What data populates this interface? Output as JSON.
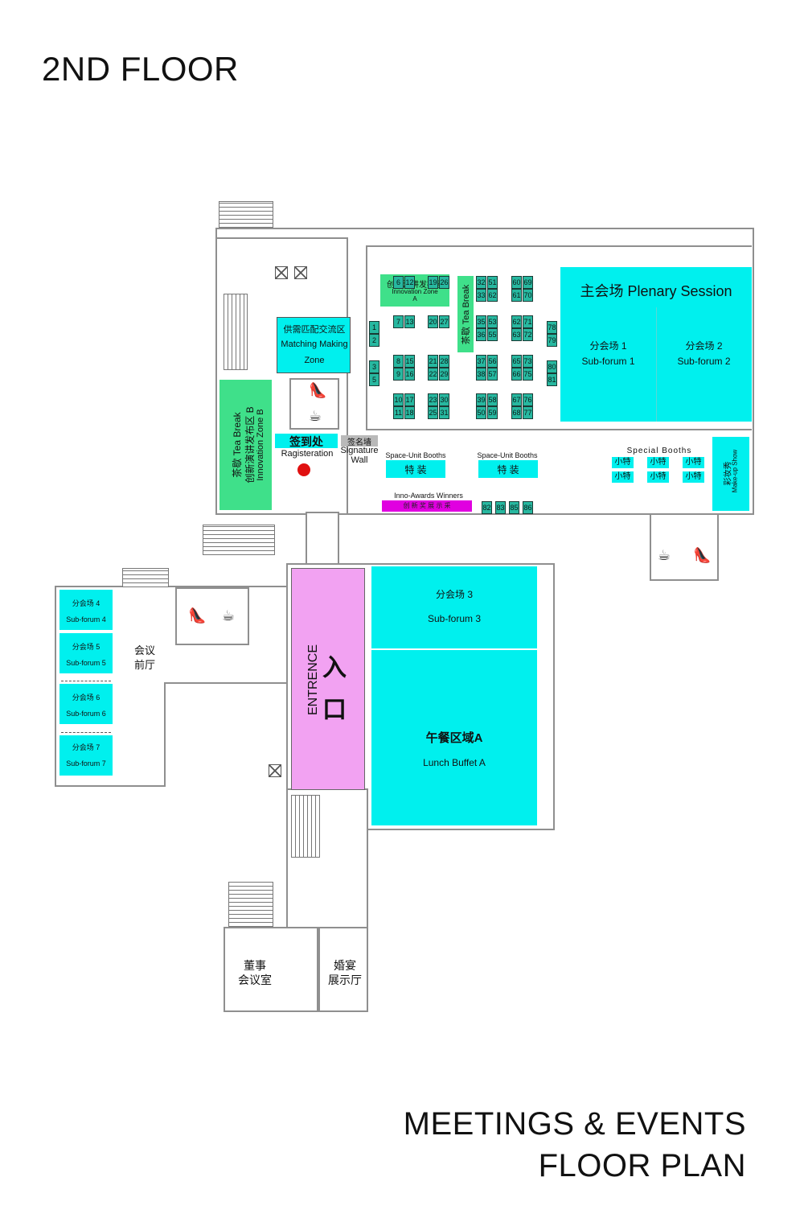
{
  "header": {
    "floor_title": "2ND FLOOR"
  },
  "footer": {
    "line1": "MEETINGS & EVENTS",
    "line2": "FLOOR PLAN"
  },
  "colors": {
    "cyan": "#00f0ee",
    "green": "#3fe08a",
    "pink": "#f2a2f2",
    "magenta": "#e000e0",
    "booth": "#27b8a0",
    "marker": "#e01010"
  },
  "zones": {
    "plenary": "主会场 Plenary Session",
    "sub1_cn": "分会场 1",
    "sub1_en": "Sub-forum 1",
    "sub2_cn": "分会场 2",
    "sub2_en": "Sub-forum 2",
    "sub3_cn": "分会场 3",
    "sub3_en": "Sub-forum 3",
    "lunch_cn": "午餐区域A",
    "lunch_en": "Lunch Buffet  A",
    "sub4_cn": "分会场 4",
    "sub4_en": "Sub-forum 4",
    "sub5_cn": "分会场 5",
    "sub5_en": "Sub-forum 5",
    "sub6_cn": "分会场 6",
    "sub6_en": "Sub-forum 6",
    "sub7_cn": "分会场 7",
    "sub7_en": "Sub-forum 7",
    "innovation_a_cn": "创新演讲发布区",
    "innovation_a_en": "Innovation Zone",
    "innovation_a_letter": "A",
    "tea_break": "茶歇 Tea Break",
    "matching_cn": "供需匹配交流区",
    "matching_en1": "Matching Making",
    "matching_en2": "Zone",
    "zone_b_line1": "茶歇 Tea Break",
    "zone_b_line2": "创新演讲发布区 B",
    "zone_b_line3": "Innovation Zone B",
    "registration_cn": "签到处",
    "registration_en": "Ragisteration",
    "signature_cn": "签名墙",
    "signature_en1": "Signature",
    "signature_en2": "Wall",
    "space_unit_1": "Space-Unit Booths",
    "space_unit_1_cn": "特 装",
    "space_unit_2": "Space-Unit Booths",
    "space_unit_2_cn": "特 装",
    "special_booths": "Special Booths",
    "special_small": "小特",
    "makeup_cn": "彩妆秀",
    "makeup_en": "Make-up  Show",
    "awards_en": "Inno-Awards Winners",
    "awards_cn": "创 新 奖 展 示 采",
    "entrance_cn1": "入",
    "entrance_cn2": "口",
    "entrance_en": "ENTRENCE",
    "foyer_cn1": "会议",
    "foyer_cn2": "前厅",
    "board_cn1": "董事",
    "board_cn2": "会议室",
    "wedding_cn1": "婚宴",
    "wedding_cn2": "展示厅"
  },
  "booths": {
    "col_a": [
      "1",
      "2",
      "3",
      "5"
    ],
    "grid": [
      [
        "6",
        "12",
        "19",
        "26",
        "32",
        "51",
        "60",
        "69"
      ],
      [
        "33",
        "62",
        "61",
        "70"
      ],
      [
        "7",
        "13",
        "20",
        "27",
        "35",
        "53",
        "62",
        "71"
      ],
      [
        "36",
        "55",
        "63",
        "72"
      ],
      [
        "8",
        "15",
        "21",
        "28",
        "37",
        "56",
        "65",
        "73"
      ],
      [
        "9",
        "16",
        "22",
        "29",
        "38",
        "57",
        "66",
        "75"
      ],
      [
        "10",
        "17",
        "23",
        "30",
        "39",
        "58",
        "67",
        "76"
      ],
      [
        "11",
        "18",
        "25",
        "31",
        "50",
        "59",
        "68",
        "77"
      ]
    ],
    "col_z": [
      "78",
      "79",
      "80",
      "81"
    ],
    "row_awards": [
      "82",
      "83",
      "85",
      "86"
    ]
  }
}
